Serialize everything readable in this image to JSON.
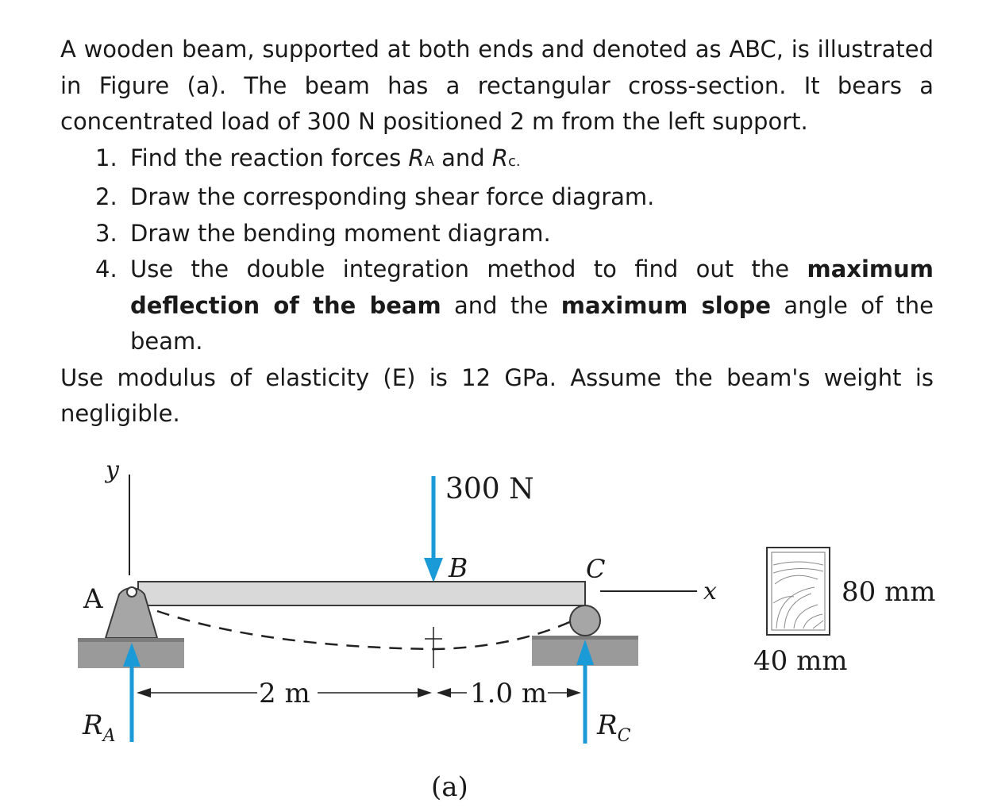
{
  "problem": {
    "intro": "A wooden beam, supported at both ends and denoted as ABC, is illustrated in Figure (a). The beam has a rectangular cross-section. It bears a concentrated load of 300 N positioned 2 m from the left support.",
    "tasks": [
      {
        "number": "1.",
        "text_before": "Find the reaction forces ",
        "ra_letter": "R",
        "ra_sub": "A",
        "text_mid": " and ",
        "rc_letter": "R",
        "rc_sub": "c."
      },
      {
        "number": "2.",
        "text": "Draw the corresponding shear force diagram."
      },
      {
        "number": "3.",
        "text": "Draw the bending moment diagram."
      },
      {
        "number": "4.",
        "text_before": "Use the double integration method to find out the ",
        "bold1": "maximum deflection of the beam",
        "text_mid": " and the ",
        "bold2": "maximum slope",
        "text_after": " angle of the beam."
      }
    ],
    "closing": "Use modulus of elasticity (E) is 12 GPa. Assume the beam's weight is negligible."
  },
  "figure": {
    "load_label": "300 N",
    "point_a": "A",
    "point_b": "B",
    "point_c": "C",
    "axis_y": "y",
    "axis_x": "x",
    "dim_left": "2 m",
    "dim_right": "1.0 m",
    "reaction_a_letter": "R",
    "reaction_a_sub": "A",
    "reaction_c_letter": "R",
    "reaction_c_sub": "C",
    "height_label": "80 mm",
    "width_label": "40 mm",
    "caption": "(a)"
  },
  "colors": {
    "arrow_blue": "#1a9ad6",
    "beam_fill": "#d9d9d9",
    "support_fill": "#a6a6a6",
    "ground_fill": "#9a9a9a"
  }
}
